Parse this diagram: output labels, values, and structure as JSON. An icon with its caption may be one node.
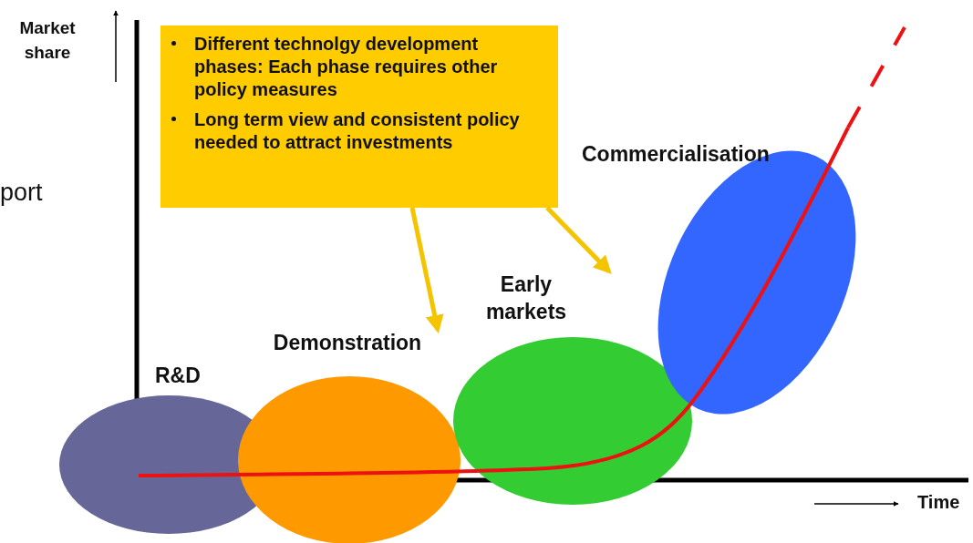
{
  "diagram": {
    "nodes": [
      {
        "text": [
          "Different technolgy development phases: Each phase requires other policy measures",
          "Long term view and consistent policy needed to attract investments"
        ]
      },
      {
        "text": [
          "R&D"
        ]
      },
      {
        "text": [
          "Demonstration"
        ]
      },
      {
        "text": [
          "Early markets"
        ]
      },
      {
        "text": [
          "Commercialisation"
        ]
      }
    ],
    "edges": [
      {
        "from": 0,
        "to": 2,
        "arrow": "to"
      },
      {
        "from": 0,
        "to": 3,
        "arrow": "to"
      }
    ],
    "labels": [
      "Market share",
      "Time",
      "port"
    ]
  }
}
